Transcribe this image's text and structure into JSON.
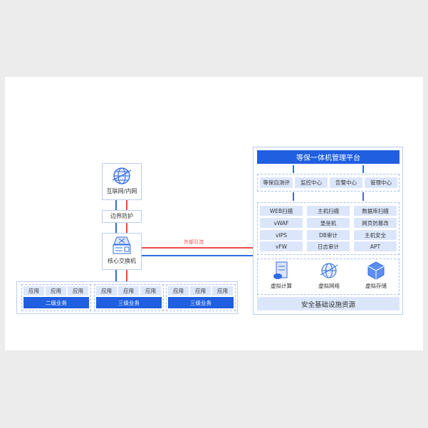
{
  "left": {
    "internet": "互联网/内网",
    "border": "边界防护",
    "core": "核心交换机",
    "external_flow": "外部引流"
  },
  "groups": [
    {
      "apps": [
        "应用",
        "应用",
        "应用"
      ],
      "label": "二级业务"
    },
    {
      "apps": [
        "应用",
        "应用",
        "应用"
      ],
      "label": "三级业务"
    },
    {
      "apps": [
        "应用",
        "应用",
        "应用"
      ],
      "label": "三级业务"
    }
  ],
  "right": {
    "title": "等保一体机管理平台",
    "centers": [
      "等保自测评",
      "监控中心",
      "告警中心",
      "管理中心"
    ],
    "services": [
      [
        "WEB扫描",
        "主机扫描",
        "数据库扫描"
      ],
      [
        "vWAF",
        "堡垒机",
        "网页防篡改"
      ],
      [
        "vIPS",
        "DB审计",
        "主机安全"
      ],
      [
        "vFW",
        "日志审计",
        "APT"
      ]
    ],
    "virtual": [
      "虚拟计算",
      "虚拟网络",
      "虚拟存储"
    ],
    "base": "安全基础设施资源"
  },
  "colors": {
    "blue": "#1f5fe0",
    "red": "#f04b4b",
    "light": "#dce6fb"
  }
}
